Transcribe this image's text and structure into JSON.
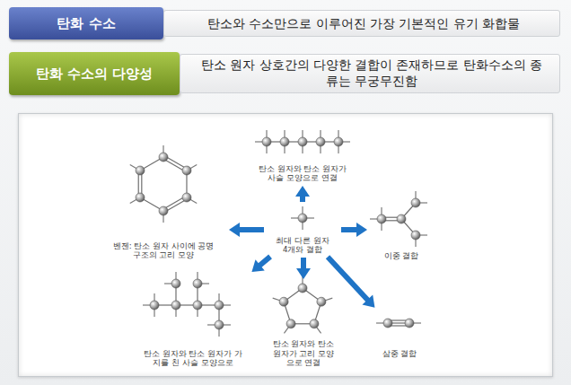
{
  "diagram": {
    "nodes": [
      {
        "text": [
          "탄화 수소"
        ]
      },
      {
        "text": [
          "탄소와 수소만으로 이루어진 가장 기본적인 유기 화합물"
        ]
      },
      {
        "text": [
          "탄화 수소의 다양성"
        ]
      },
      {
        "text": [
          "탄소 원자 상호간의 다양한 결합이 존재하므로 탄화수소의 종류는 무궁무진함"
        ]
      },
      {
        "text": [
          "탄소 원자와 탄소 원자가 사슬 모양으로 연결"
        ]
      },
      {
        "text": [
          "벤젠: 탄소 원자 사이에 공명 구조의 고리 모양"
        ]
      },
      {
        "text": [
          "최대 다른 원자 4개와 결합"
        ]
      },
      {
        "text": [
          "이중 결합"
        ]
      },
      {
        "text": [
          "탄소 원자와 탄소 원자가 가지를 친 사슬 모양으로"
        ]
      },
      {
        "text": [
          "탄소 원자와 탄소 원자가 고리 모양으로 연결"
        ]
      },
      {
        "text": [
          "삼중 결합"
        ]
      }
    ],
    "edges": [
      {
        "from": 6,
        "to": 4,
        "arrow": "to"
      },
      {
        "from": 6,
        "to": 5,
        "arrow": "to"
      },
      {
        "from": 6,
        "to": 7,
        "arrow": "to"
      },
      {
        "from": 6,
        "to": 8,
        "arrow": "to"
      },
      {
        "from": 6,
        "to": 9,
        "arrow": "to"
      },
      {
        "from": 6,
        "to": 10,
        "arrow": "to"
      }
    ]
  }
}
